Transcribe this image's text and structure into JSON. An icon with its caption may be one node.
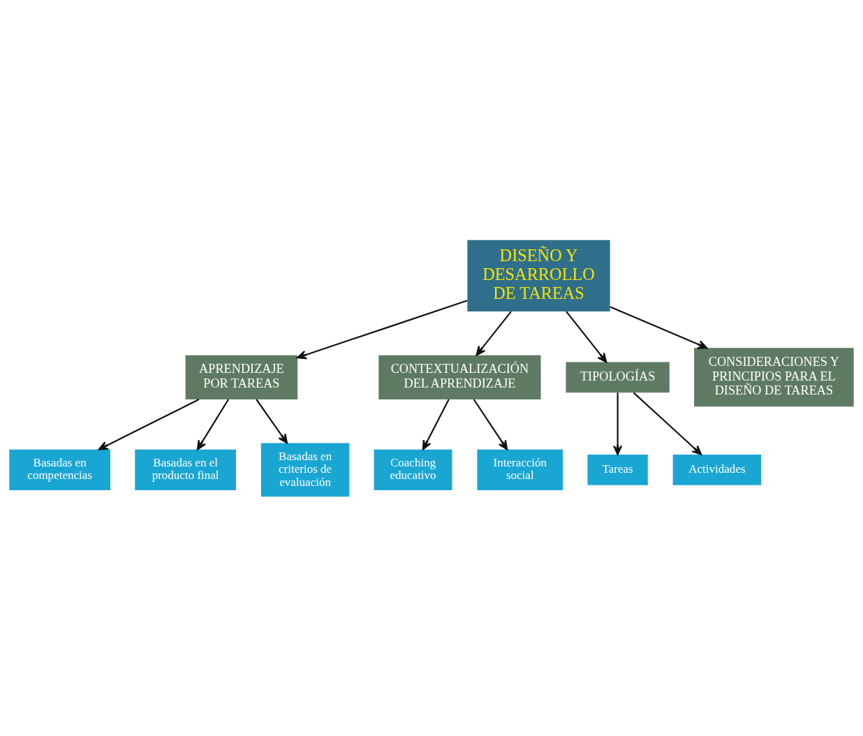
{
  "diagram": {
    "nodes": [
      {
        "text": [
          "DISEÑO Y DESARROLLO DE TAREAS"
        ]
      },
      {
        "text": [
          "APRENDIZAJE POR TAREAS"
        ]
      },
      {
        "text": [
          "CONTEXTUALIZACIÓN DEL APRENDIZAJE"
        ]
      },
      {
        "text": [
          "TIPOLOGÍAS"
        ]
      },
      {
        "text": [
          "CONSIDERACIONES Y PRINCIPIOS PARA EL DISEÑO DE TAREAS"
        ]
      },
      {
        "text": [
          "Basadas en competencias"
        ]
      },
      {
        "text": [
          "Basadas en el producto final"
        ]
      },
      {
        "text": [
          "Basadas en criterios de evaluación"
        ]
      },
      {
        "text": [
          "Coaching educativo"
        ]
      },
      {
        "text": [
          "Interacción social"
        ]
      },
      {
        "text": [
          "Tareas"
        ]
      },
      {
        "text": [
          "Actividades"
        ]
      }
    ],
    "edges": [
      {
        "from": 0,
        "to": 1,
        "arrow": "to"
      },
      {
        "from": 0,
        "to": 2,
        "arrow": "to"
      },
      {
        "from": 0,
        "to": 3,
        "arrow": "to"
      },
      {
        "from": 0,
        "to": 4,
        "arrow": "to"
      },
      {
        "from": 1,
        "to": 5,
        "arrow": "to"
      },
      {
        "from": 1,
        "to": 6,
        "arrow": "to"
      },
      {
        "from": 1,
        "to": 7,
        "arrow": "to"
      },
      {
        "from": 2,
        "to": 8,
        "arrow": "to"
      },
      {
        "from": 2,
        "to": 9,
        "arrow": "to"
      },
      {
        "from": 3,
        "to": 10,
        "arrow": "to"
      },
      {
        "from": 3,
        "to": 11,
        "arrow": "to"
      }
    ]
  }
}
